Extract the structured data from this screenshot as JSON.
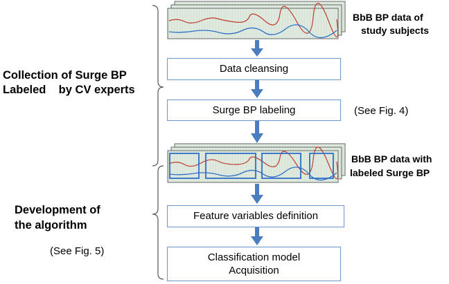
{
  "stages": {
    "collection": {
      "line1": "Collection of Surge BP",
      "line2": "Labeled    by CV experts"
    },
    "development": {
      "line1": "Development of",
      "line2": "the algorithm",
      "ref": "(See Fig. 5)"
    }
  },
  "data_blocks": {
    "raw": {
      "line1": "BbB BP data of",
      "line2": "study subjects"
    },
    "labeled": {
      "line1": "BbB BP data with",
      "line2": "labeled Surge BP"
    }
  },
  "steps": {
    "cleansing": "Data cleansing",
    "labeling": "Surge BP labeling",
    "labeling_ref": "(See Fig. 4)",
    "features": "Feature variables definition",
    "model_line1": "Classification model",
    "model_line2": "Acquisition"
  },
  "colors": {
    "arrow": "#4a7dbf",
    "box_border": "#6e97c8",
    "trace_red": "#c0392b",
    "trace_blue": "#2e6fc7",
    "panel_bg": "#dfeadf"
  }
}
